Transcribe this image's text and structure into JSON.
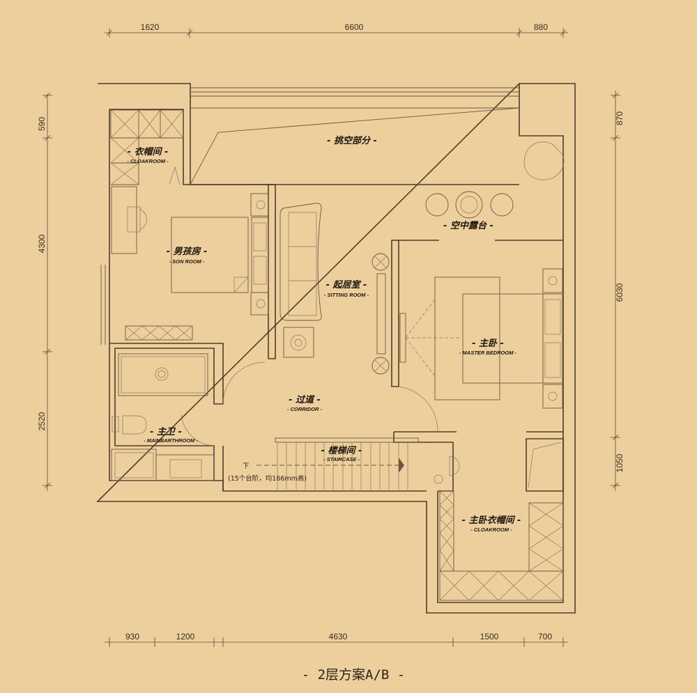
{
  "title": "- 2层方案A/B -",
  "dimensions": {
    "top": [
      "1620",
      "6600",
      "880"
    ],
    "left": [
      "590",
      "4300",
      "2520"
    ],
    "right": [
      "870",
      "6030",
      "1050"
    ],
    "bottom": [
      "930",
      "1200",
      "4630",
      "1500",
      "700"
    ]
  },
  "rooms": {
    "void": {
      "cn": "- 挑空部分 -"
    },
    "cloakroom": {
      "cn": "- 衣帽间 -",
      "en": "- CLOAKROOM -"
    },
    "son_room": {
      "cn": "- 男孩房 -",
      "en": "- SON ROOM -"
    },
    "sitting_room": {
      "cn": "- 起居室 -",
      "en": "- SITTING ROOM -"
    },
    "terrace": {
      "cn": "- 空中露台 -"
    },
    "master_bedroom": {
      "cn": "- 主卧 -",
      "en": "- MASTER BEDROOM -"
    },
    "corridor": {
      "cn": "- 过道 -",
      "en": "- CORRIDOR -"
    },
    "main_bathroom": {
      "cn": "- 主卫 -",
      "en": "- MAINBARTHROOM -"
    },
    "staircase": {
      "cn": "- 楼梯间 -",
      "en": "- STAIRCASE -",
      "down": "下",
      "note": "(15个台阶，均166mm高)"
    },
    "master_cloakroom": {
      "cn": "- 主卧衣帽间 -",
      "en": "- CLOAKROOM -"
    }
  },
  "colors": {
    "background": "#edcf9e",
    "line": "#4e3d2a"
  }
}
